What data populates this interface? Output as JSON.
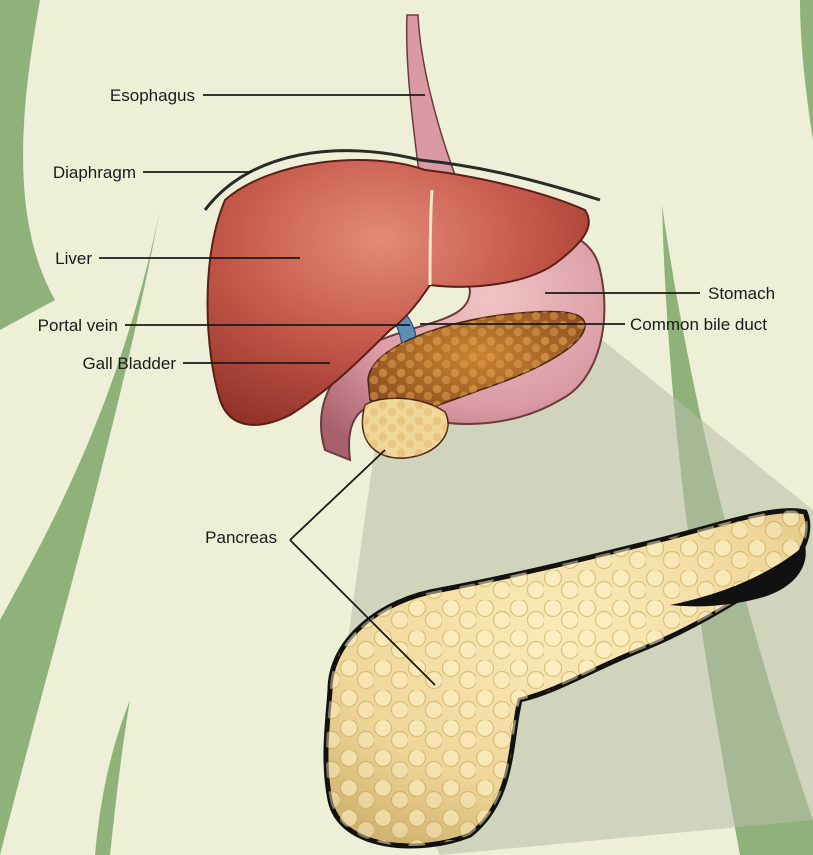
{
  "labels": {
    "esophagus": "Esophagus",
    "diaphragm": "Diaphragm",
    "liver": "Liver",
    "portal_vein": "Portal vein",
    "gall_bladder": "Gall Bladder",
    "stomach": "Stomach",
    "common_bile_duct": "Common bile duct",
    "pancreas": "Pancreas"
  },
  "colors": {
    "background": "#edf0d6",
    "body_outline": "#8fb27a",
    "liver": "#c4584a",
    "stomach": "#d99aa3",
    "pancreas": "#efd79a",
    "gall_bladder": "#4f7c3a",
    "portal_vein": "#5b8fb6"
  }
}
